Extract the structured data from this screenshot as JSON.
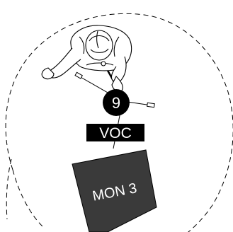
{
  "stage_plot": {
    "performer": {
      "number": "9",
      "badge_color": "#000000",
      "badge_text_color": "#ffffff"
    },
    "channel_label": {
      "text": "VOC",
      "fill": "#000000",
      "text_color": "#ffffff"
    },
    "monitor": {
      "text": "MON 3",
      "fill": "#3a3a3a",
      "text_color": "#ffffff"
    },
    "mic_stand_icon": "mic-stand-boom-icon",
    "performer_icon": "performer-top-view-icon",
    "coverage_area": {
      "style": "dashed",
      "color": "#000000"
    }
  }
}
